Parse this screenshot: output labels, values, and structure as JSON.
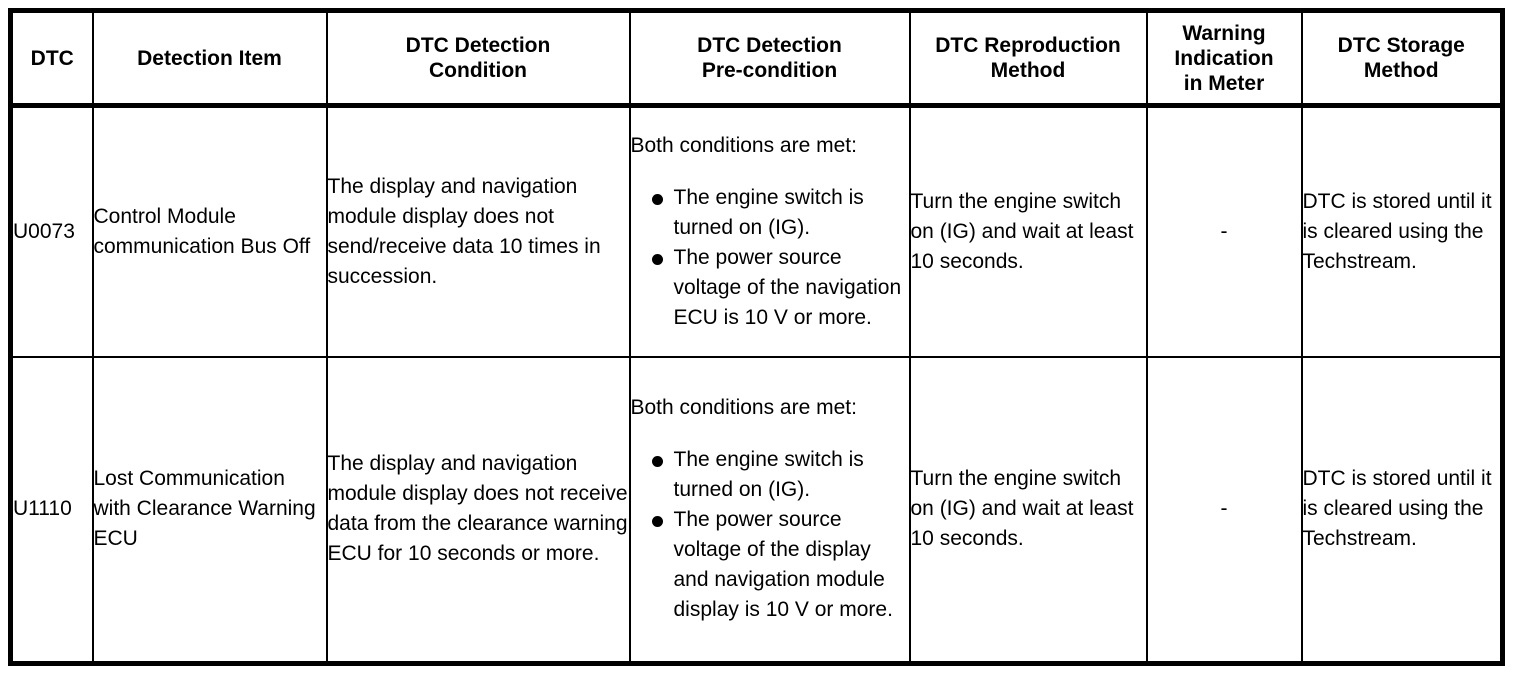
{
  "table": {
    "columns": [
      {
        "id": "dtc",
        "label": "DTC"
      },
      {
        "id": "detection_item",
        "label": "Detection Item"
      },
      {
        "id": "detection_condition",
        "label_line1": "DTC Detection",
        "label_line2": "Condition"
      },
      {
        "id": "detection_precondition",
        "label_line1": "DTC Detection",
        "label_line2": "Pre-condition"
      },
      {
        "id": "reproduction_method",
        "label_line1": "DTC Reproduction",
        "label_line2": "Method"
      },
      {
        "id": "warning_indication",
        "label_line1": "Warning",
        "label_line2": "Indication",
        "label_line3": "in Meter"
      },
      {
        "id": "storage_method",
        "label_line1": "DTC Storage",
        "label_line2": "Method"
      }
    ],
    "rows": [
      {
        "dtc": "U0073",
        "detection_item": "Control Module communication Bus Off",
        "detection_condition": "The display and navigation module display does not send/receive data 10 times in succession.",
        "precondition_intro": "Both conditions are met:",
        "precondition_items": [
          "The engine switch is turned on (IG).",
          "The power source voltage of the navigation ECU is 10 V or more."
        ],
        "reproduction_method": "Turn the engine switch on (IG) and wait at least 10 seconds.",
        "warning_indication": "-",
        "storage_method": "DTC is stored until it is cleared using the Techstream."
      },
      {
        "dtc": "U1110",
        "detection_item": "Lost Communication with Clearance Warning ECU",
        "detection_condition": "The display and navigation module display does not receive data from the clearance warning ECU for 10 seconds or more.",
        "precondition_intro": "Both conditions are met:",
        "precondition_items": [
          "The engine switch is turned on (IG).",
          "The power source voltage of the display and navigation module display is 10 V or more."
        ],
        "reproduction_method": "Turn the engine switch on (IG) and wait at least 10 seconds.",
        "warning_indication": "-",
        "storage_method": "DTC is stored until it is cleared using the Techstream."
      }
    ]
  },
  "colors": {
    "border": "#000000",
    "text": "#000000",
    "background": "#ffffff"
  }
}
